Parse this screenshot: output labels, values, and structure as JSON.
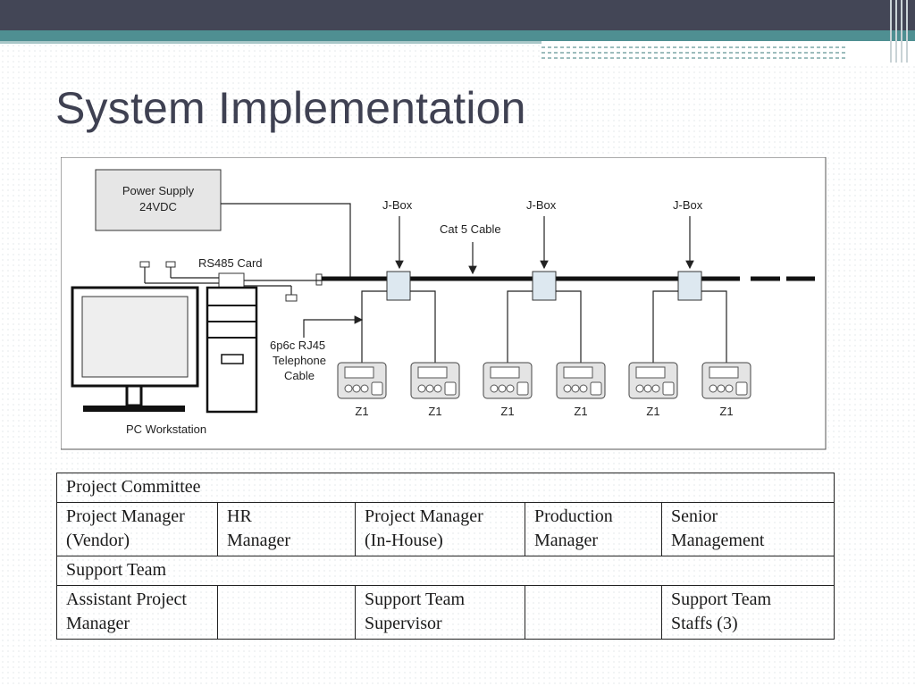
{
  "slide": {
    "title": "System Implementation"
  },
  "diagram": {
    "power_supply": [
      "Power Supply",
      "24VDC"
    ],
    "rs485_label": "RS485 Card",
    "jbox_label": "J-Box",
    "cat5_label": "Cat 5 Cable",
    "telephone_cable": [
      "6p6c RJ45",
      "Telephone",
      "Cable"
    ],
    "terminal_label": "Z1",
    "workstation_label": "PC Workstation"
  },
  "org_chart": {
    "committee_header": "Project Committee",
    "committee": [
      [
        "Project Manager",
        "(Vendor)"
      ],
      [
        "HR",
        "Manager"
      ],
      [
        "Project Manager",
        "(In-House)"
      ],
      [
        "Production",
        "Manager"
      ],
      [
        "Senior",
        "Management"
      ]
    ],
    "support_header": "Support Team",
    "support": [
      [
        "Assistant Project",
        "Manager"
      ],
      [
        "Support Team",
        "Supervisor"
      ],
      [
        "Support Team",
        "Staffs (3)"
      ]
    ]
  }
}
